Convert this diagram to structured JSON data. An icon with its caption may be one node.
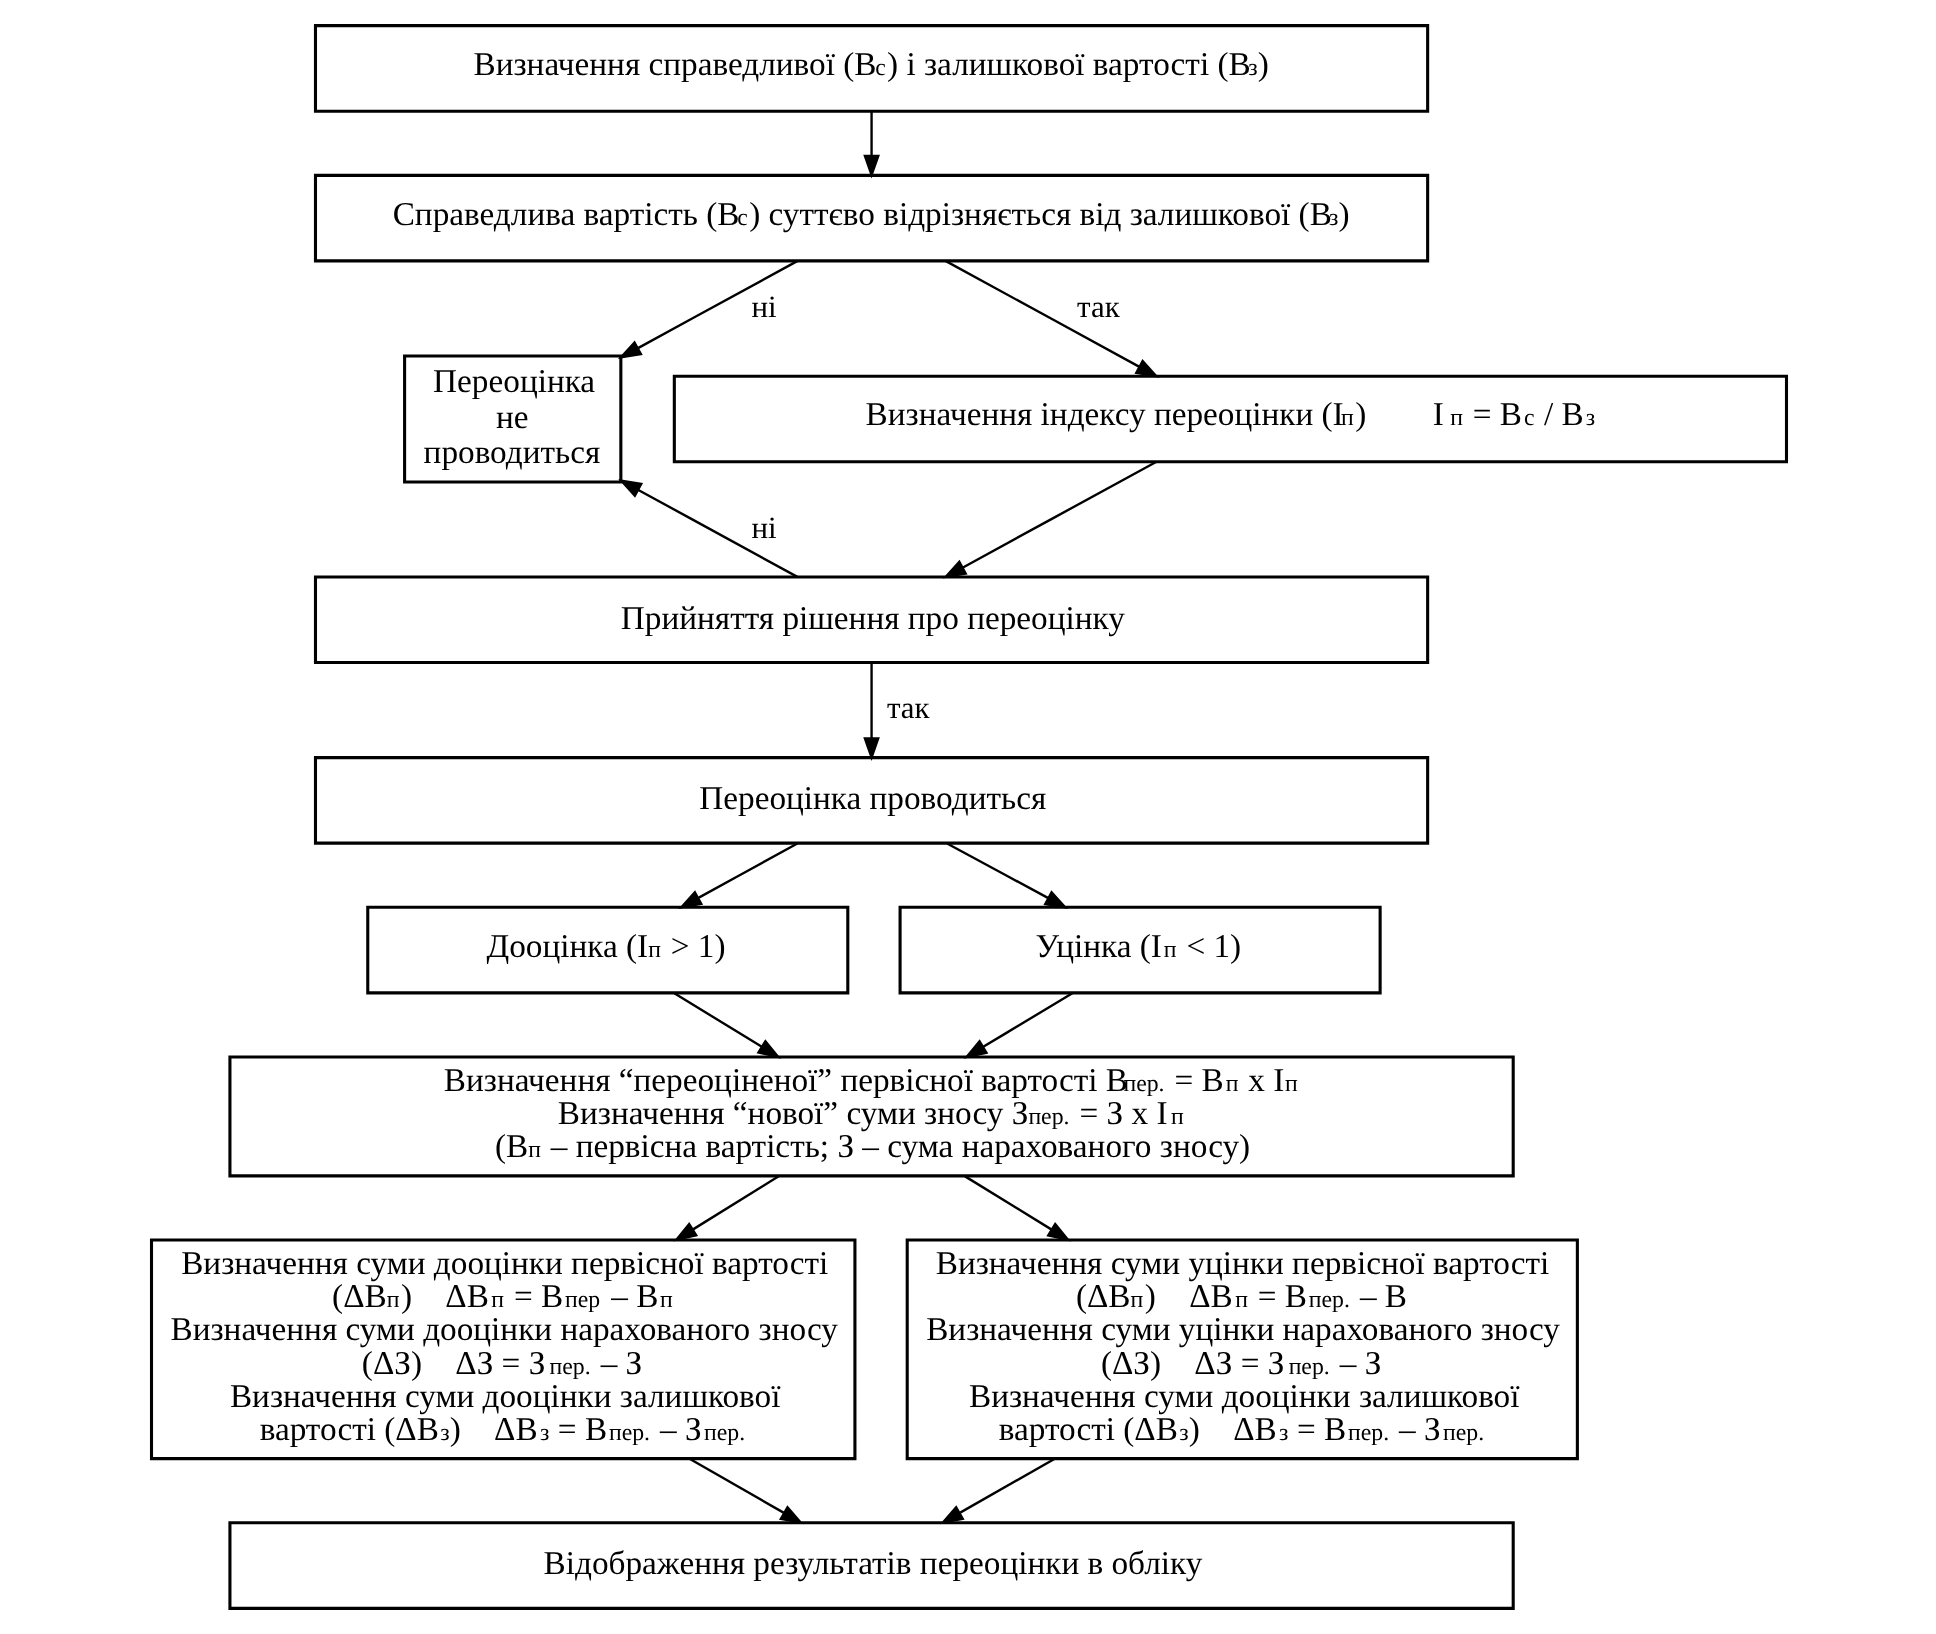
{
  "diagram": {
    "nodes": [
      {
        "text": [
          "Визначення справедливої (В$_{с}$) і залишкової вартості (В$_{з}$)"
        ]
      },
      {
        "text": [
          "Справедлива вартість (В$_{с}$) суттєво відрізняється від залишкової (В$_{з}$)"
        ]
      },
      {
        "text": [
          "Переоцінка не проводиться"
        ]
      },
      {
        "text": [
          "Визначення індексу переоцінки (І$_{п}$)        І$_{п}$ = В$_{с}$ / В$_{з}$"
        ]
      },
      {
        "text": [
          "Прийняття рішення про переоцінку"
        ]
      },
      {
        "text": [
          "Переоцінка проводиться"
        ]
      },
      {
        "text": [
          "Дооцінка (І$_{п}$ > 1)"
        ]
      },
      {
        "text": [
          "Уцінка (І$_{п}$ < 1)"
        ]
      },
      {
        "text": [
          "Визначення “переоціненої” первісної вартості В$_{пер.}$ = В$_{п}$ х І$_{п}$",
          "Визначення “нової” суми зносу З$_{пер.}$ = З х І$_{п}$",
          "(В$_{п}$ – первісна вартість; З – сума нарахованого зносу)"
        ]
      },
      {
        "text": [
          "Визначення суми дооцінки первісної вартості (ΔВ$_{п}$)    ΔВ$_{п}$ = В$_{пер}$ – В$_{п}$",
          "Визначення суми дооцінки нарахованого зносу (ΔЗ)    ΔЗ = З$_{пер.}$ – З",
          "Визначення суми дооцінки залишкової вартості (ΔВ$_{з}$)    ΔВ$_{з}$ = В$_{пер.}$ – З$_{пер.}$"
        ]
      },
      {
        "text": [
          "Визначення суми уцінки первісної вартості (ΔВ$_{п}$)    ΔВ$_{п}$ = В$_{пер.}$ – В",
          "Визначення суми уцінки нарахованого зносу (ΔЗ)    ΔЗ = З$_{пер.}$ – З",
          "Визначення суми дооцінки залишкової вартості (ΔВ$_{з}$)    ΔВ$_{з}$ = В$_{пер.}$ – З$_{пер.}$"
        ]
      },
      {
        "text": [
          "Відображення результатів переоцінки в обліку"
        ]
      }
    ],
    "edges": [
      {
        "from": 0,
        "to": 1,
        "arrow": "to"
      },
      {
        "from": 1,
        "to": 2,
        "arrow": "to",
        "label": "ні"
      },
      {
        "from": 1,
        "to": 3,
        "arrow": "to",
        "label": "так"
      },
      {
        "from": 3,
        "to": 4,
        "arrow": "to"
      },
      {
        "from": 4,
        "to": 2,
        "arrow": "to",
        "label": "ні"
      },
      {
        "from": 4,
        "to": 5,
        "arrow": "to",
        "label": "так"
      },
      {
        "from": 5,
        "to": 6,
        "arrow": "to"
      },
      {
        "from": 5,
        "to": 7,
        "arrow": "to"
      },
      {
        "from": 6,
        "to": 8,
        "arrow": "to"
      },
      {
        "from": 7,
        "to": 8,
        "arrow": "to"
      },
      {
        "from": 8,
        "to": 9,
        "arrow": "to"
      },
      {
        "from": 8,
        "to": 10,
        "arrow": "to"
      },
      {
        "from": 9,
        "to": 11,
        "arrow": "to"
      },
      {
        "from": 10,
        "to": 11,
        "arrow": "to"
      }
    ]
  }
}
